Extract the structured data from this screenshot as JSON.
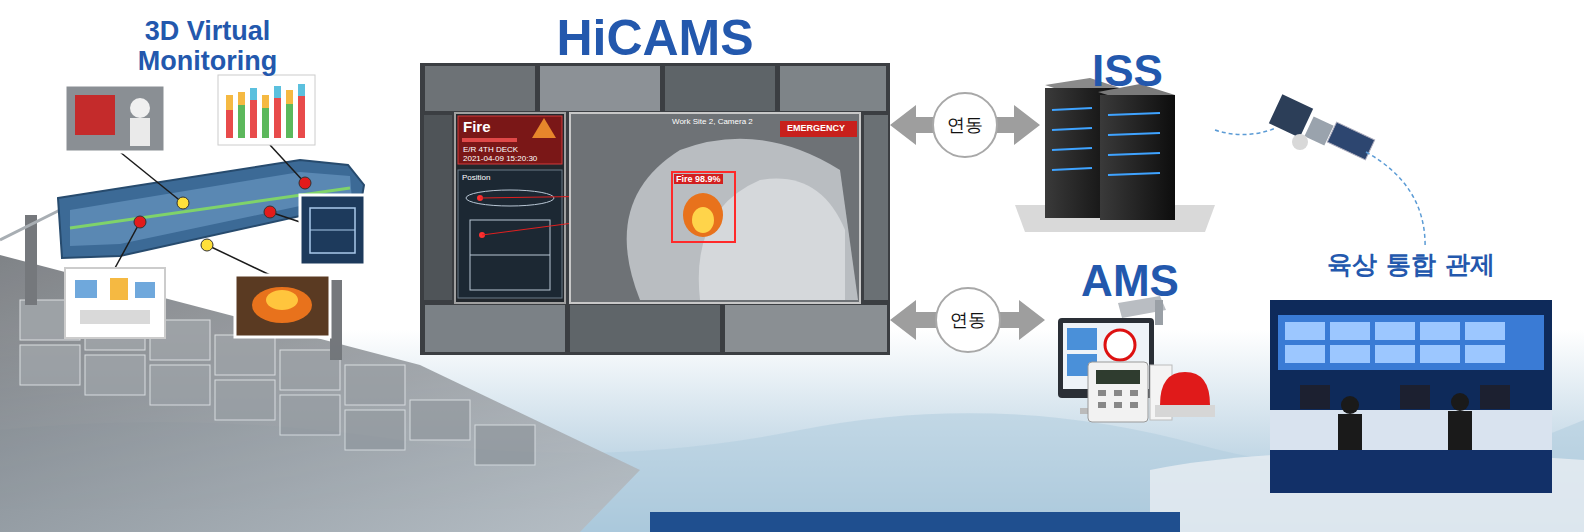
{
  "diagram": {
    "nodes": [
      {
        "text": [
          "3D Virtual Monitoring"
        ]
      },
      {
        "text": [
          "HiCAMS"
        ]
      },
      {
        "text": [
          "ISS"
        ]
      },
      {
        "text": [
          "AMS"
        ]
      },
      {
        "text": [
          "육상 통합 관제"
        ]
      }
    ],
    "edges": [
      {
        "from": 1,
        "to": 2,
        "arrow": "both",
        "label": "연동"
      },
      {
        "from": 1,
        "to": 3,
        "arrow": "both",
        "label": "연동"
      },
      {
        "from": 2,
        "to": 4,
        "arrow": "none"
      }
    ],
    "labels": [
      "Fire",
      "E/R 4TH DECK",
      "2021-04-09 15:20:30",
      "Position",
      "Work Site 2, Camera 2",
      "EMERGENCY",
      "Fire 98.9%"
    ]
  }
}
